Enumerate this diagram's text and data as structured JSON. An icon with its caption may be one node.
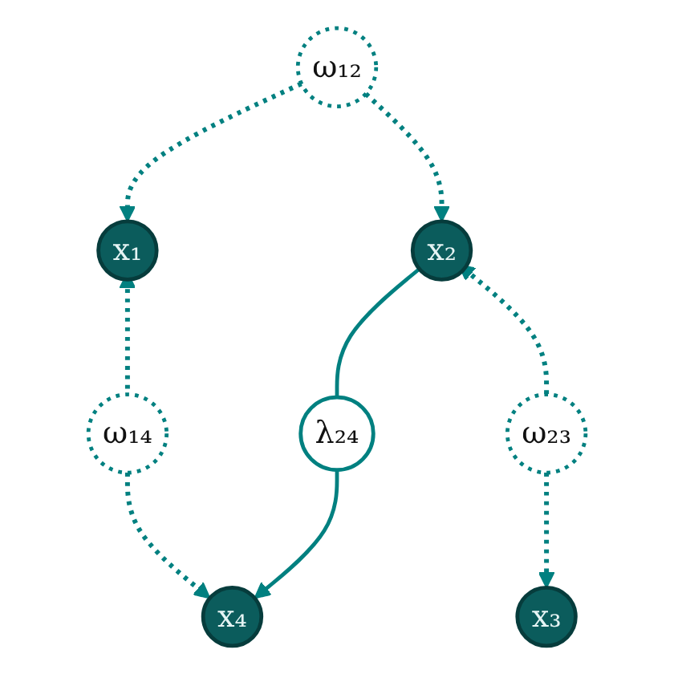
{
  "diagram": {
    "nodes": [
      {
        "text": [
          "ω₁₂"
        ]
      },
      {
        "text": [
          "x₁"
        ]
      },
      {
        "text": [
          "x₂"
        ]
      },
      {
        "text": [
          "λ₂₄"
        ]
      },
      {
        "text": [
          "ω₂₃"
        ]
      },
      {
        "text": [
          "ω₁₄"
        ]
      },
      {
        "text": [
          "x₃"
        ]
      },
      {
        "text": [
          "x₄"
        ]
      }
    ],
    "edges": [
      {
        "from": 0,
        "to": 1,
        "arrow": "to",
        "style": "dashed"
      },
      {
        "from": 0,
        "to": 2,
        "arrow": "to",
        "style": "dashed"
      },
      {
        "from": 2,
        "to": 3,
        "arrow": "none"
      },
      {
        "from": 3,
        "to": 7,
        "arrow": "to"
      },
      {
        "from": 4,
        "to": 2,
        "arrow": "to",
        "style": "dashed"
      },
      {
        "from": 4,
        "to": 6,
        "arrow": "to",
        "style": "dashed"
      },
      {
        "from": 5,
        "to": 1,
        "arrow": "to",
        "style": "dashed"
      },
      {
        "from": 5,
        "to": 7,
        "arrow": "to",
        "style": "dashed"
      }
    ]
  }
}
